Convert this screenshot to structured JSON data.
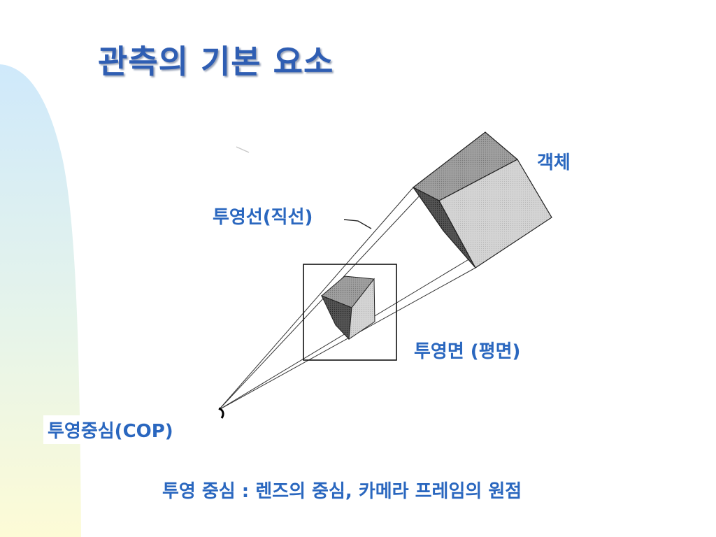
{
  "slide": {
    "title": "관측의 기본 요소",
    "labels": {
      "object": "객체",
      "projection_line": "투영선(직선)",
      "projection_plane": "투영면 (평면)",
      "cop": "투영중심(COP)"
    },
    "caption": "투영 중심 : 렌즈의 중심, 카메라 프레임의 원점"
  },
  "colors": {
    "title": "#2f5eb3",
    "label": "#2a67bf",
    "band_top": "#cfe9fb",
    "band_bottom": "#fdfbd6"
  }
}
